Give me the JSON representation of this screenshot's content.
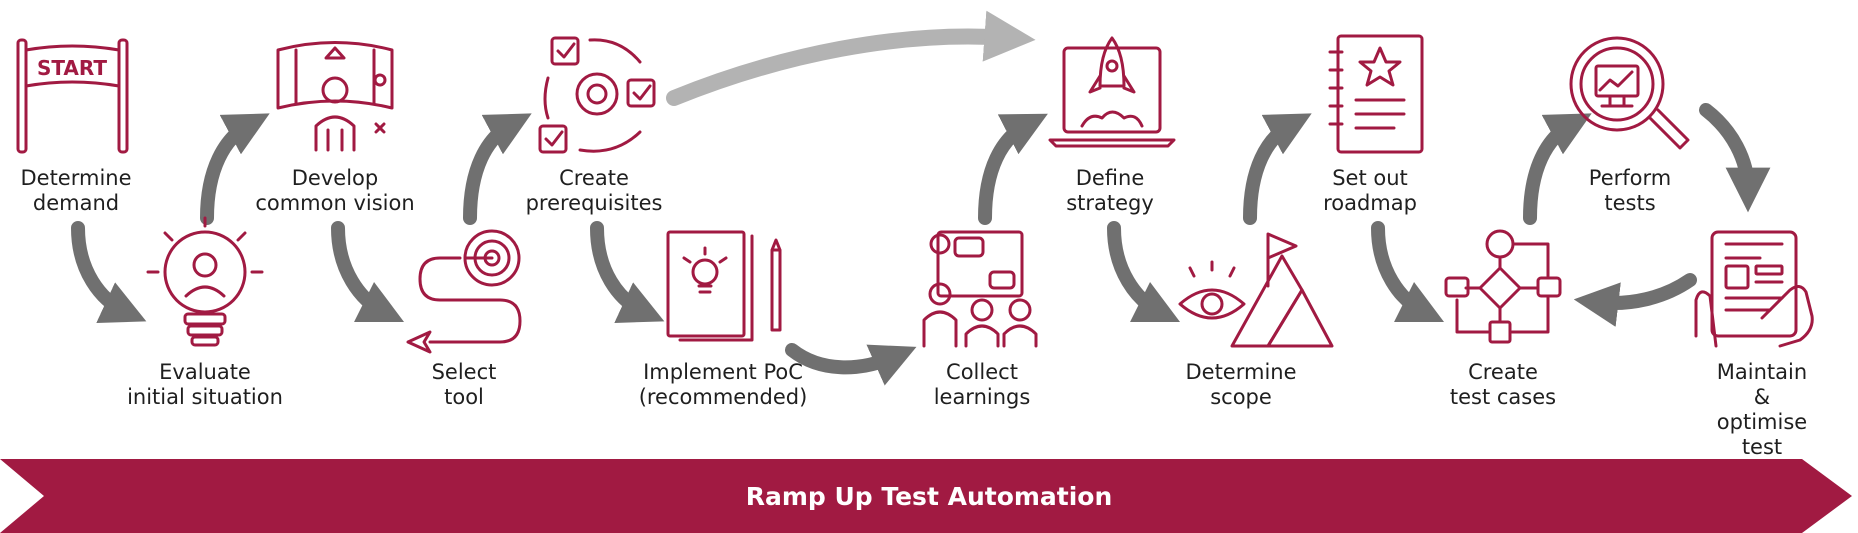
{
  "colors": {
    "accent": "#A11A42",
    "arrow": "#707070",
    "arrow_light": "#B3B3B3",
    "banner_text": "#FFFFFF"
  },
  "banner": {
    "title": "Ramp Up Test Automation"
  },
  "steps": [
    {
      "id": "determine-demand",
      "label": "Determine\ndemand",
      "icon": "start-banner-icon",
      "icon_text": "START"
    },
    {
      "id": "evaluate-initial-situation",
      "label": "Evaluate\ninitial situation",
      "icon": "lightbulb-person-icon"
    },
    {
      "id": "develop-common-vision",
      "label": "Develop\ncommon vision",
      "icon": "vr-vision-icon"
    },
    {
      "id": "select-tool",
      "label": "Select\ntool",
      "icon": "target-path-icon"
    },
    {
      "id": "create-prerequisites",
      "label": "Create\nprerequisites",
      "icon": "gear-checklist-icon"
    },
    {
      "id": "implement-poc",
      "label": "Implement PoC\n(recommended)",
      "icon": "idea-sketch-icon"
    },
    {
      "id": "collect-learnings",
      "label": "Collect\nlearnings",
      "icon": "presentation-group-icon"
    },
    {
      "id": "define-strategy",
      "label": "Define\nstrategy",
      "icon": "rocket-laptop-icon"
    },
    {
      "id": "determine-scope",
      "label": "Determine\nscope",
      "icon": "eye-mountain-flag-icon"
    },
    {
      "id": "set-out-roadmap",
      "label": "Set out\nroadmap",
      "icon": "notebook-star-icon"
    },
    {
      "id": "create-test-cases",
      "label": "Create\ntest cases",
      "icon": "flowchart-icon"
    },
    {
      "id": "perform-tests",
      "label": "Perform\ntests",
      "icon": "magnifier-chart-icon"
    },
    {
      "id": "maintain-optimise",
      "label": "Maintain & optimise\ntest cases",
      "icon": "tablet-hand-icon"
    }
  ]
}
